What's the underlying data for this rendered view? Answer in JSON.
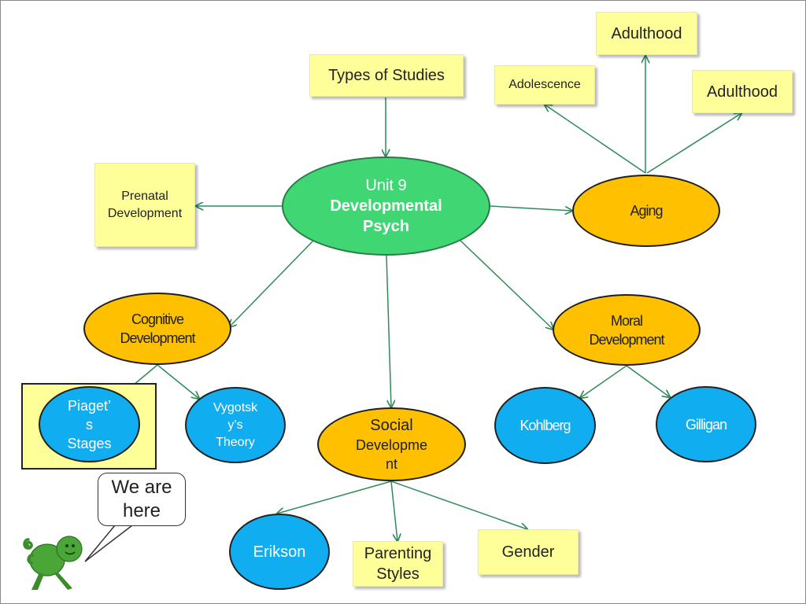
{
  "center": {
    "line1": "Unit 9",
    "line2": "Developmental",
    "line3": "Psych"
  },
  "types_of_studies": "Types of Studies",
  "prenatal": {
    "line1": "Prenatal",
    "line2": "Development"
  },
  "adolescence": "Adolescence",
  "adulthood_top": "Adulthood",
  "adulthood_right": "Adulthood",
  "aging": "Aging",
  "cognitive": {
    "line1": "Cognitive",
    "line2": "Development"
  },
  "moral": {
    "line1": "Moral",
    "line2": "Development"
  },
  "social": {
    "line1": "Social",
    "line2": "Developme",
    "line3": "nt"
  },
  "piaget": {
    "line1": "Piaget’",
    "line2": "s",
    "line3": "Stages"
  },
  "vygotsky": {
    "line1": "Vygotsk",
    "line2": "y’s",
    "line3": "Theory"
  },
  "kohlberg": "Kohlberg",
  "gilligan": "Gilligan",
  "erikson": "Erikson",
  "parenting": {
    "line1": "Parenting",
    "line2": "Styles"
  },
  "gender": "Gender",
  "callout": {
    "line1": "We are",
    "line2": "here"
  },
  "colors": {
    "box": "#ffff99",
    "center": "#3fd673",
    "orange": "#ffc000",
    "blue": "#10aef0",
    "arrow": "#2e8b57"
  }
}
